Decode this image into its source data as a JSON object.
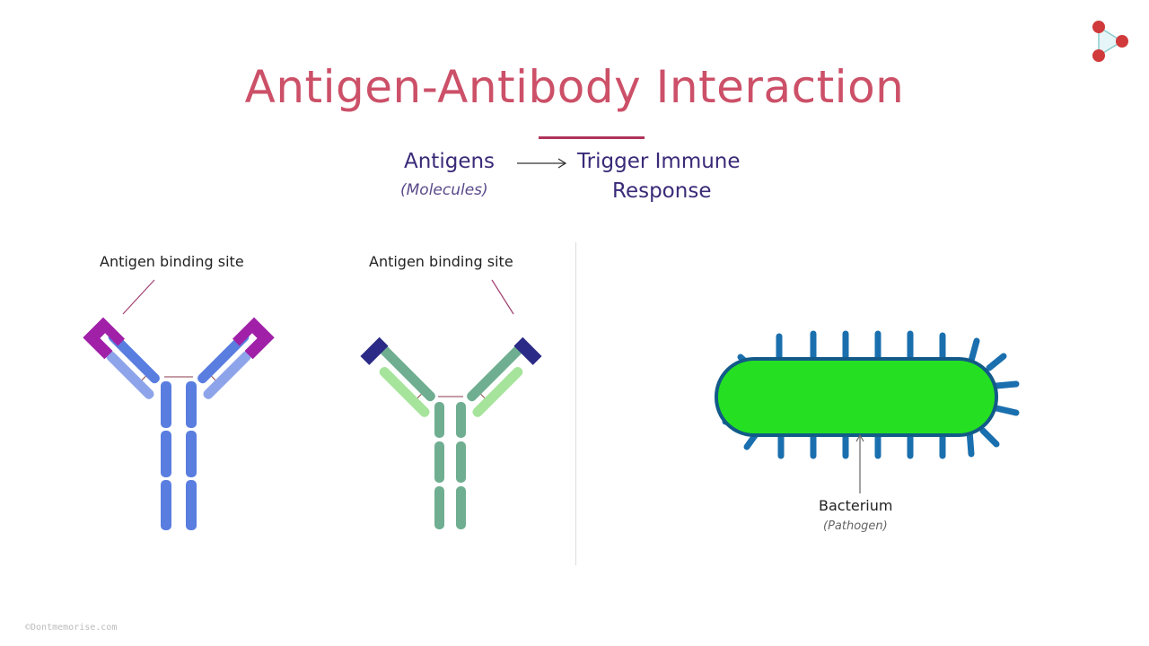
{
  "title": "Antigen-Antibody Interaction",
  "concept": {
    "subject": "Antigens",
    "subject_note": "(Molecules)",
    "result_line1": "Trigger Immune",
    "result_line2": "Response"
  },
  "antibody_left": {
    "label": "Antigen binding site"
  },
  "antibody_right": {
    "label": "Antigen binding site"
  },
  "bacterium": {
    "label": "Bacterium",
    "note": "(Pathogen)"
  },
  "watermark": "©Dontmemorise.com",
  "colors": {
    "title": "#cc5068",
    "text": "#3a2a78",
    "bacterium_fill": "#25e022",
    "spikes": "#1a6fae"
  }
}
